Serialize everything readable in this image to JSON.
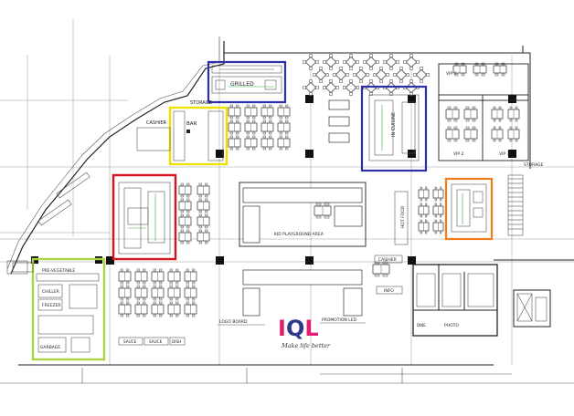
{
  "labels": {
    "grilled": "GRILLED",
    "storage": "STORAGE",
    "cashier_top": "CASHIER",
    "bar": "BAR",
    "in_cuisine": "IN CUISINE",
    "vip1": "VIP 1",
    "vip2": "VIP 2",
    "vip3": "VIP 3",
    "storage_right": "STORAGE",
    "kid_playground": "KID PLAYGROUND AREA",
    "hot_food": "HOT FOOD",
    "cashier_mid": "CASHIER",
    "info": "INFO",
    "pre_vegetable": "PRE-VEGETABLE",
    "chiller": "CHILLER",
    "freezer": "FREEZER",
    "garbage": "GARBAGE",
    "logo_board": "LOGO BOARD",
    "promotion_led": "PROMOTION LED",
    "sauce1": "SAUCE",
    "sauce2": "SAUCE",
    "dish": "DISH",
    "photo": "PHOTO",
    "dine": "DINE"
  },
  "logo": {
    "text": "IQL",
    "tagline": "Make life better",
    "color_i": "#e21d72",
    "color_q": "#2e3a8c",
    "color_l": "#e21d72"
  },
  "highlights": {
    "blue": "#2b2fa8",
    "yellow": "#f0e000",
    "red": "#d4141c",
    "orange": "#f07c1a",
    "green": "#a8d641"
  }
}
